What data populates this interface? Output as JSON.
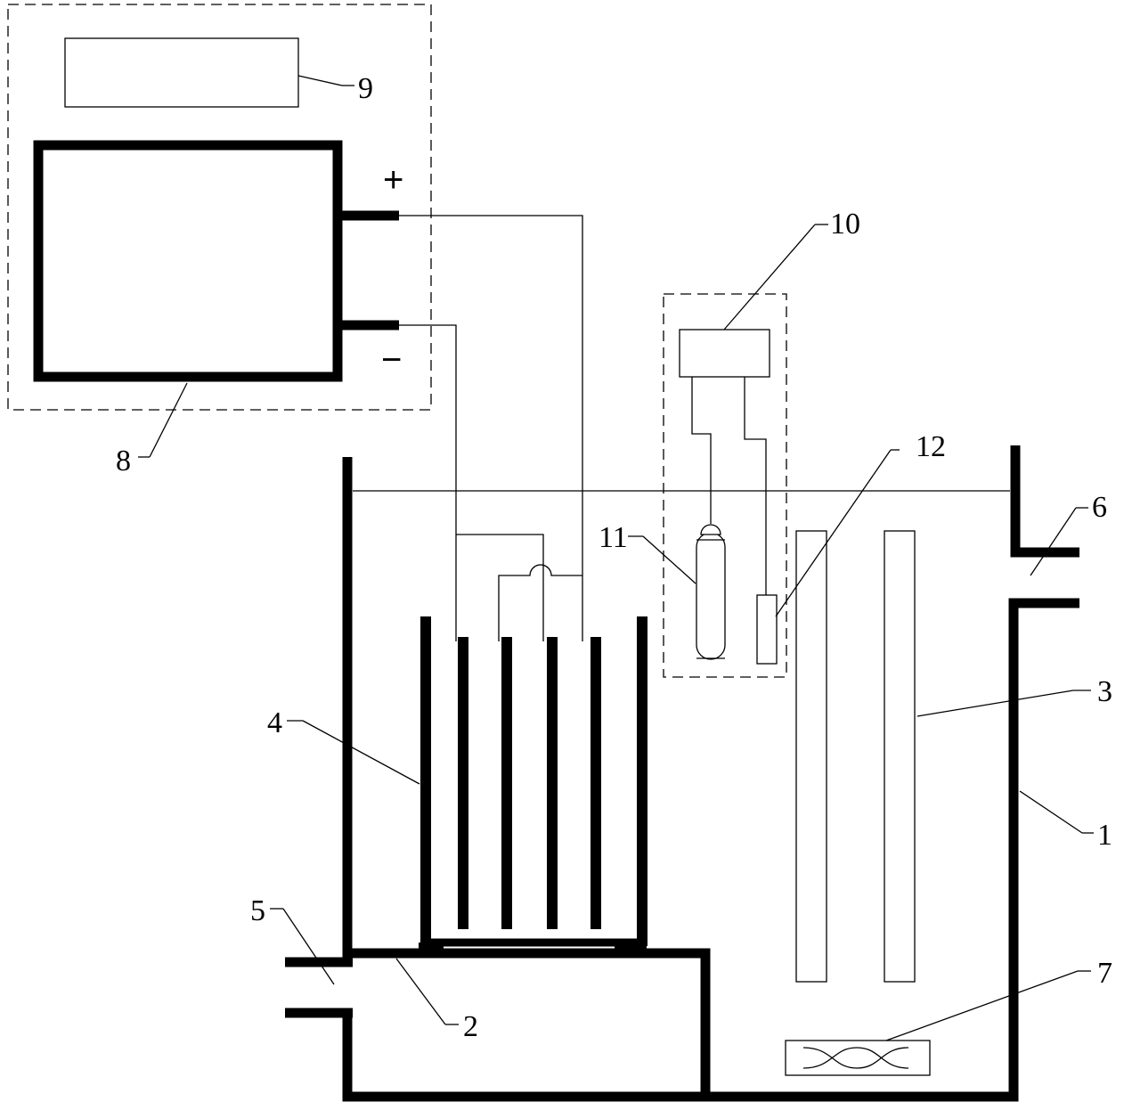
{
  "labels": {
    "l1": "1",
    "l2": "2",
    "l3": "3",
    "l4": "4",
    "l5": "5",
    "l6": "6",
    "l7": "7",
    "l8": "8",
    "l9": "9",
    "l10": "10",
    "l11": "11",
    "l12": "12"
  },
  "terminals": {
    "positive": "+",
    "negative": "−"
  },
  "colors": {
    "stroke": "#000000",
    "background": "#ffffff"
  }
}
